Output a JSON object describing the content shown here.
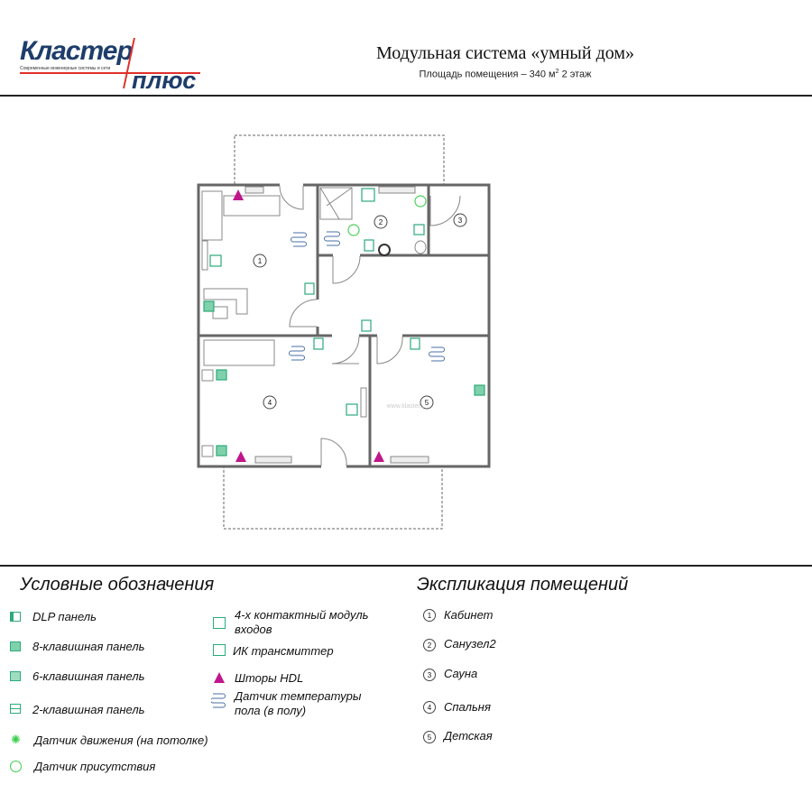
{
  "logo": {
    "line1": "Кластер",
    "tagline": "Современные инженерные системы и сети",
    "line2": "плюс"
  },
  "header": {
    "title": "Модульная система «умный дом»",
    "subtitle_prefix": "Площадь помещения – 340 м",
    "subtitle_sup": "2",
    "subtitle_suffix": " 2 этаж"
  },
  "plan": {
    "rooms": [
      "1",
      "2",
      "3",
      "4",
      "5"
    ],
    "watermark": "www.klaster..."
  },
  "legend": {
    "title": "Условные обозначения",
    "items": [
      {
        "icon": "dlp-panel-icon",
        "label": "DLP панель"
      },
      {
        "icon": "8-key-panel-icon",
        "label": "8-клавишная панель"
      },
      {
        "icon": "6-key-panel-icon",
        "label": "6-клавишная панель"
      },
      {
        "icon": "2-key-panel-icon",
        "label": "2-клавишная панель"
      },
      {
        "icon": "motion-sensor-icon",
        "label": "Датчик движения (на потолке)"
      },
      {
        "icon": "presence-sensor-icon",
        "label": "Датчик присутствия"
      },
      {
        "icon": "input-module-icon",
        "label": "4-х контактный модуль входов"
      },
      {
        "icon": "ir-transmitter-icon",
        "label": "ИК трансмиттер"
      },
      {
        "icon": "hdl-curtains-icon",
        "label": "Шторы HDL"
      },
      {
        "icon": "floor-temp-sensor-icon",
        "label": "Датчик температуры пола (в полу)"
      }
    ]
  },
  "explication": {
    "title": "Экспликация помещений",
    "items": [
      {
        "num": "1",
        "label": "Кабинет"
      },
      {
        "num": "2",
        "label": "Санузел2"
      },
      {
        "num": "3",
        "label": "Сауна"
      },
      {
        "num": "4",
        "label": "Спальня"
      },
      {
        "num": "5",
        "label": "Детская"
      }
    ]
  },
  "colors": {
    "device": "#2bab7a",
    "curtain": "#c0168c",
    "wall": "#666666",
    "logo": "#1e3d6b",
    "logo_accent": "#e0302a"
  }
}
